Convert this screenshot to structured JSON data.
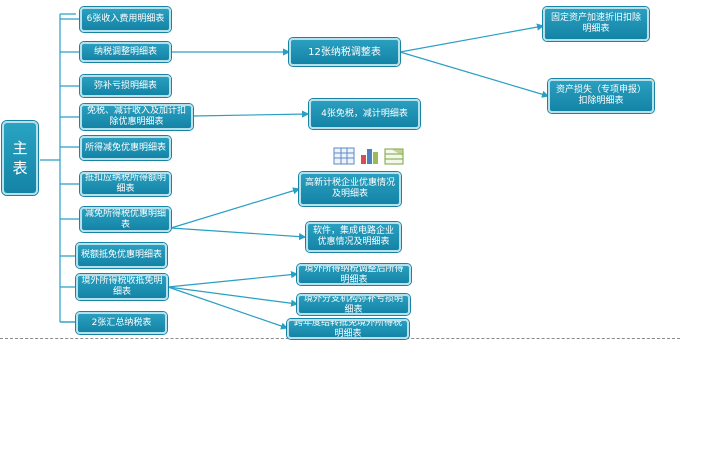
{
  "root": {
    "label": "主表"
  },
  "left_nodes": [
    {
      "label": "6张收入费用明细表"
    },
    {
      "label": "纳税调整明细表"
    },
    {
      "label": "弥补亏损明细表"
    },
    {
      "label": "免税、减计收入及加计扣除优惠明细表"
    },
    {
      "label": "所得减免优惠明细表"
    },
    {
      "label": "抵扣应纳税所得额明细表"
    },
    {
      "label": "减免所得税优惠明细表"
    },
    {
      "label": "税额抵免优惠明细表"
    },
    {
      "label": "境外所得税收抵免明细表"
    },
    {
      "label": "2张汇总纳税表"
    }
  ],
  "mid_nodes": [
    {
      "label": "12张纳税调整表"
    },
    {
      "label": "4张免税，减计明细表"
    },
    {
      "label": "高新计税企业优惠情况及明细表"
    },
    {
      "label": "软件，集成电路企业优惠情况及明细表"
    },
    {
      "label": "境外所得纳税调整后所得明细表"
    },
    {
      "label": "境外分支机构弥补亏损明细表"
    },
    {
      "label": "跨年度结转抵免境外所得税明细表"
    }
  ],
  "right_nodes": [
    {
      "label": "固定资产加速折旧扣除明细表"
    },
    {
      "label": "资产损失（专项申报）扣除明细表"
    }
  ],
  "colors": {
    "node": "#1b8fb3",
    "connector": "#2a9fc4",
    "border": "#b8e0ea"
  },
  "icons": [
    "table-icon",
    "bar-chart-icon",
    "spreadsheet-icon"
  ]
}
